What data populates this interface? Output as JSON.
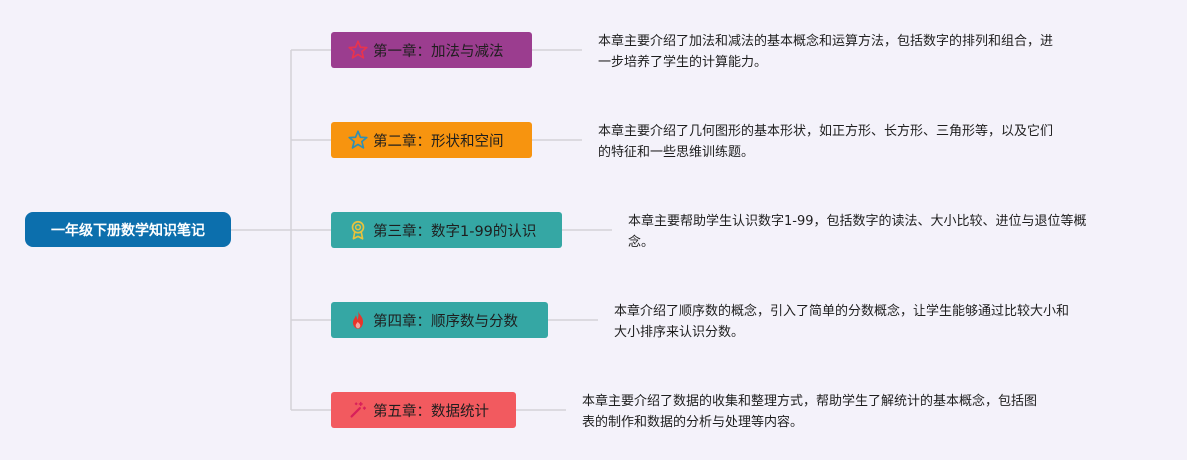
{
  "root": {
    "label": "一年级下册数学知识笔记",
    "color": "#0c6fad"
  },
  "chapters": [
    {
      "label": "第一章：加法与减法",
      "icon": "star-outline-icon",
      "color": "#9b3d8f",
      "iconColor": "#e8334e",
      "desc": [
        "本章主要介绍了加法和减法的基本概念和运算方法，包括数字的排列和组合，进",
        "一步培养了学生的计算能力。"
      ]
    },
    {
      "label": "第二章：形状和空间",
      "icon": "star-outline-icon",
      "color": "#f7940f",
      "iconColor": "#2f8fb5",
      "desc": [
        "本章主要介绍了几何图形的基本形状，如正方形、长方形、三角形等，以及它们",
        "的特征和一些思维训练题。"
      ]
    },
    {
      "label": "第三章：数字1-99的认识",
      "icon": "award-medal-icon",
      "color": "#35a7a4",
      "iconColor": "#e9c23c",
      "desc": [
        "本章主要帮助学生认识数字1-99，包括数字的读法、大小比较、进位与退位等概",
        "念。"
      ]
    },
    {
      "label": "第四章：顺序数与分数",
      "icon": "flame-icon",
      "color": "#35a7a4",
      "iconColor": "#e8352b",
      "desc": [
        "本章介绍了顺序数的概念，引入了简单的分数概念，让学生能够通过比较大小和",
        "大小排序来认识分数。"
      ]
    },
    {
      "label": "第五章：数据统计",
      "icon": "magic-wand-icon",
      "color": "#f25a5f",
      "iconColor": "#d81f5a",
      "desc": [
        "本章主要介绍了数据的收集和整理方式，帮助学生了解统计的基本概念，包括图",
        "表的制作和数据的分析与处理等内容。"
      ]
    }
  ]
}
